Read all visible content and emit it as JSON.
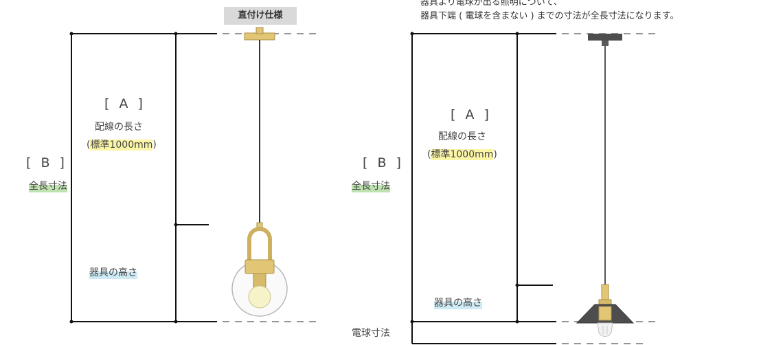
{
  "left": {
    "mount_tag": "直付け仕様",
    "a_label": "[ A ]",
    "a_desc": "配線の長さ",
    "a_std_prefix": "(",
    "a_std": "標準1000mm",
    "a_std_suffix": ")",
    "b_label": "[ B ]",
    "b_desc": "全長寸法",
    "fixture_height": "器具の高さ"
  },
  "right": {
    "note_line1": "器具より電球が出る照明について、",
    "note_line2": "器具下端 ( 電球を含まない ) までの寸法が全長寸法になります。",
    "a_label": "[ A ]",
    "a_desc": "配線の長さ",
    "a_std_prefix": "(",
    "a_std": "標準1000mm",
    "a_std_suffix": ")",
    "b_label": "[ B ]",
    "b_desc": "全長寸法",
    "fixture_height": "器具の高さ",
    "bulb_dim": "電球寸法"
  },
  "colors": {
    "line": "#111111",
    "brass": "#e2c676",
    "glass": "#b8b8b8",
    "bulb": "#f6f3c8",
    "shade": "#4d4d4d",
    "highlight_yellow": "#fbf5a6",
    "highlight_green": "#bfe3b0",
    "highlight_blue": "#cdeaf5"
  }
}
